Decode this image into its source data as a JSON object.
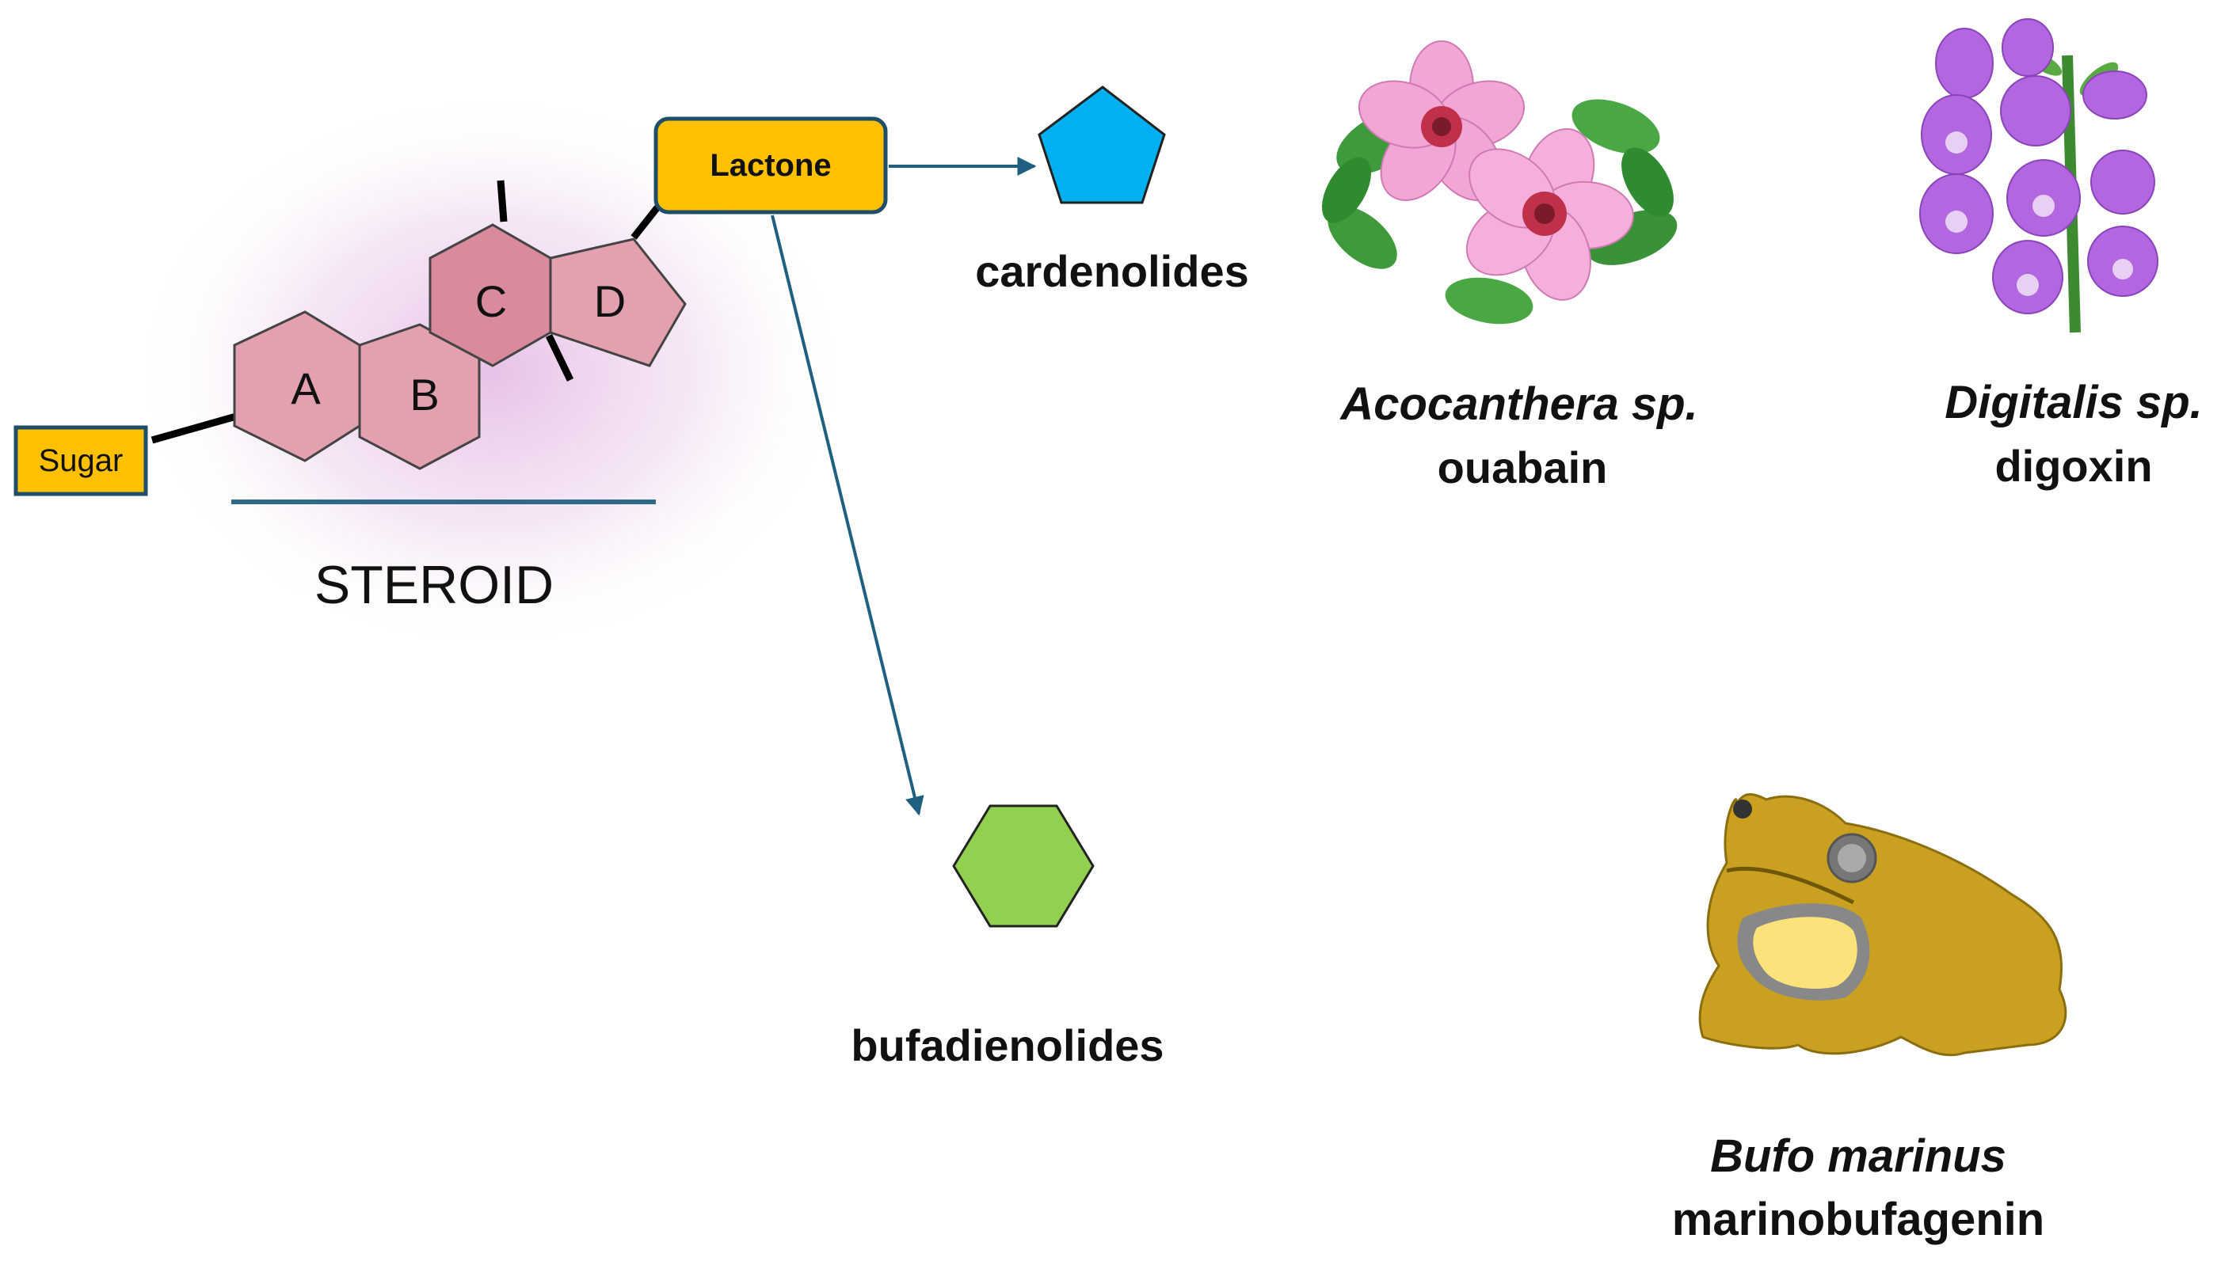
{
  "steroid": {
    "label": "STEROID",
    "rings": [
      "A",
      "B",
      "C",
      "D"
    ],
    "sugar_label": "Sugar",
    "lactone_label": "Lactone"
  },
  "products": {
    "cardenolides": "cardenolides",
    "bufadienolides": "bufadienolides"
  },
  "sources": {
    "acocanthera": {
      "genus": "Acocanthera sp.",
      "compound": "ouabain"
    },
    "digitalis": {
      "genus": "Digitalis  sp.",
      "compound": "digoxin"
    },
    "bufo": {
      "genus": "Bufo marinus",
      "compound": "marinobufagenin"
    }
  },
  "colors": {
    "ring_fill": "#E3A0AE",
    "ring_fill_dark": "#D98A9C",
    "box_fill": "#FFC000",
    "box_border": "#1F4E6B",
    "arrow": "#1F5F7F",
    "pentagon": "#00B0F0",
    "hexagon": "#92D050",
    "toad": "#C9A020",
    "acocanthera_petal": "#F2A6D6",
    "digitalis_petal": "#B266E0"
  },
  "icons": {
    "acocanthera": "pink-flower-cluster-icon",
    "digitalis": "foxglove-flower-icon",
    "bufo": "cane-toad-icon"
  }
}
